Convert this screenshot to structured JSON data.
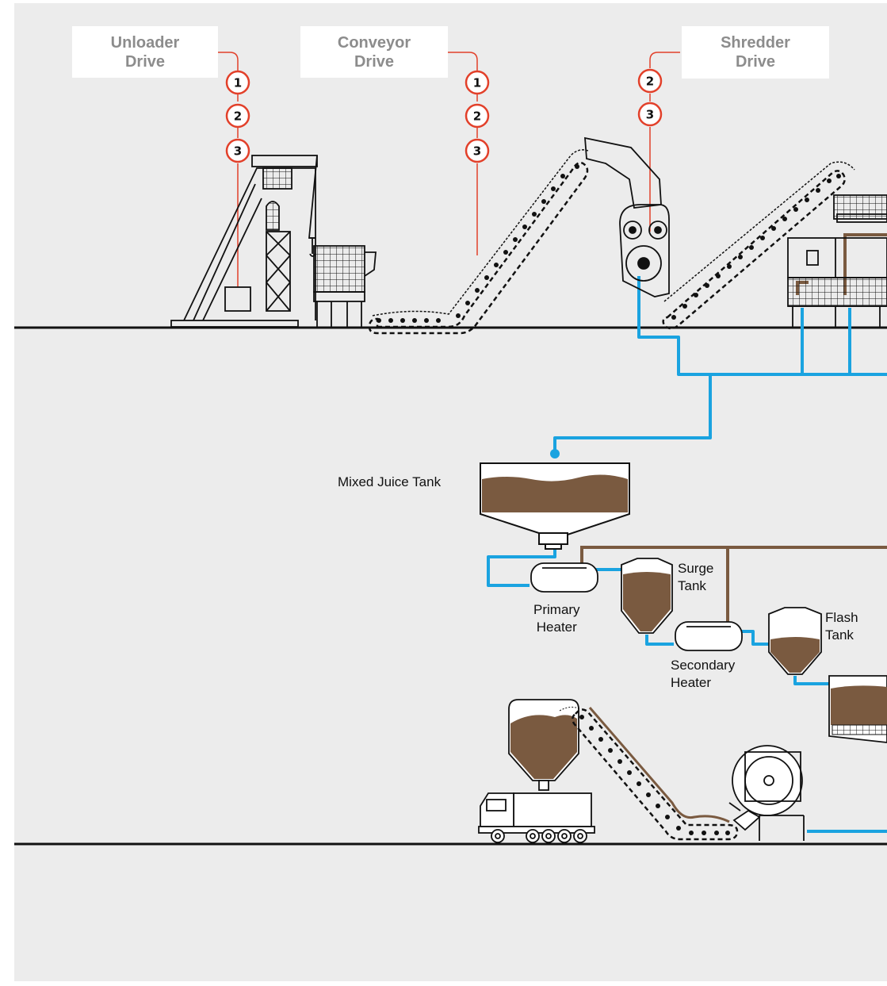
{
  "colors": {
    "background": "#ececec",
    "accent_red": "#e2402a",
    "pipe_blue": "#1aa3e0",
    "juice_brown": "#7a5a40",
    "outline": "#111111",
    "drive_text": "#8c8c8c"
  },
  "drives": [
    {
      "label_line1": "Unloader",
      "label_line2": "Drive",
      "badges": [
        "1",
        "2",
        "3"
      ]
    },
    {
      "label_line1": "Conveyor",
      "label_line2": "Drive",
      "badges": [
        "1",
        "2",
        "3"
      ]
    },
    {
      "label_line1": "Shredder",
      "label_line2": "Drive",
      "badges": [
        "2",
        "3"
      ]
    }
  ],
  "labels": {
    "mixed_juice_tank": "Mixed Juice Tank",
    "surge_tank_1": "Surge",
    "surge_tank_2": "Tank",
    "primary_heater_1": "Primary",
    "primary_heater_2": "Heater",
    "flash_tank_1": "Flash",
    "flash_tank_2": "Tank",
    "secondary_heater_1": "Secondary",
    "secondary_heater_2": "Heater"
  },
  "icons": [
    "unloader-crane-icon",
    "hopper-icon",
    "conveyor-belt-icon",
    "shredder-icon",
    "mill-tandem-icon",
    "truck-icon",
    "bagasse-silo-icon",
    "boiler-icon"
  ]
}
